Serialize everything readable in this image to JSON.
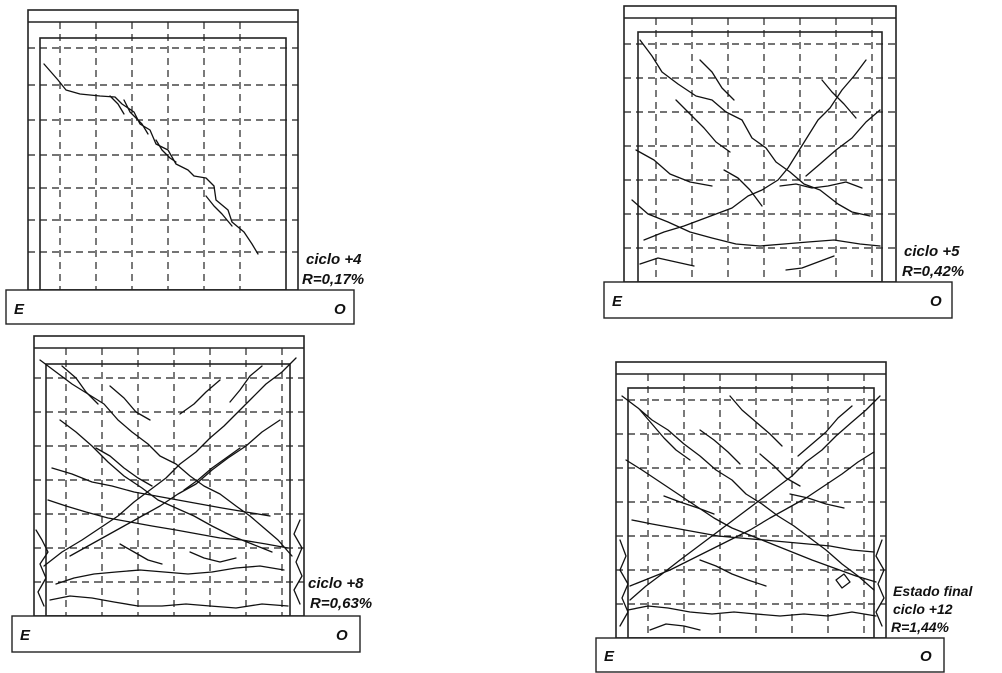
{
  "panels": [
    {
      "id": "p1",
      "base_left": "E",
      "base_right": "O",
      "caption_lines": [
        "ciclo +4",
        "R=0,17%"
      ],
      "crack_level": 0
    },
    {
      "id": "p2",
      "base_left": "E",
      "base_right": "O",
      "caption_lines": [
        "ciclo +5",
        "R=0,42%"
      ],
      "crack_level": 1
    },
    {
      "id": "p3",
      "base_left": "E",
      "base_right": "O",
      "caption_lines": [
        "ciclo +8",
        "R=0,63%"
      ],
      "crack_level": 2
    },
    {
      "id": "p4",
      "base_left": "E",
      "base_right": "O",
      "caption_lines": [
        "Estado final",
        "ciclo +12",
        "R=1,44%"
      ],
      "crack_level": 3
    }
  ]
}
